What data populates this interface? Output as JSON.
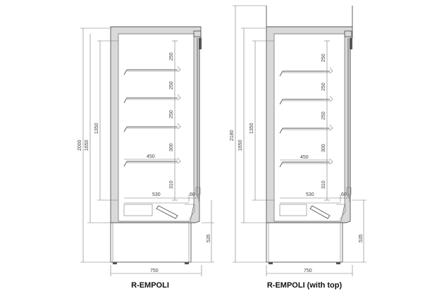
{
  "figures": [
    {
      "caption": "R-EMPOLI",
      "dims": {
        "total_height": "2000",
        "body_height": "1650",
        "inner_height": "1350",
        "base_height": "535",
        "depth": "750",
        "shelf_spacings": [
          "250",
          "250",
          "250",
          "300",
          "310"
        ],
        "shelf_depth": "450",
        "inner_depth": "530",
        "door_gap": "60"
      }
    },
    {
      "caption": "R-EMPOLI (with top)",
      "dims": {
        "total_height": "2180",
        "body_height": "1650",
        "inner_height": "1350",
        "base_height": "535",
        "depth": "750",
        "shelf_spacings": [
          "250",
          "250",
          "250",
          "300",
          "310"
        ],
        "shelf_depth": "450",
        "inner_depth": "530",
        "door_gap": "60"
      }
    }
  ]
}
